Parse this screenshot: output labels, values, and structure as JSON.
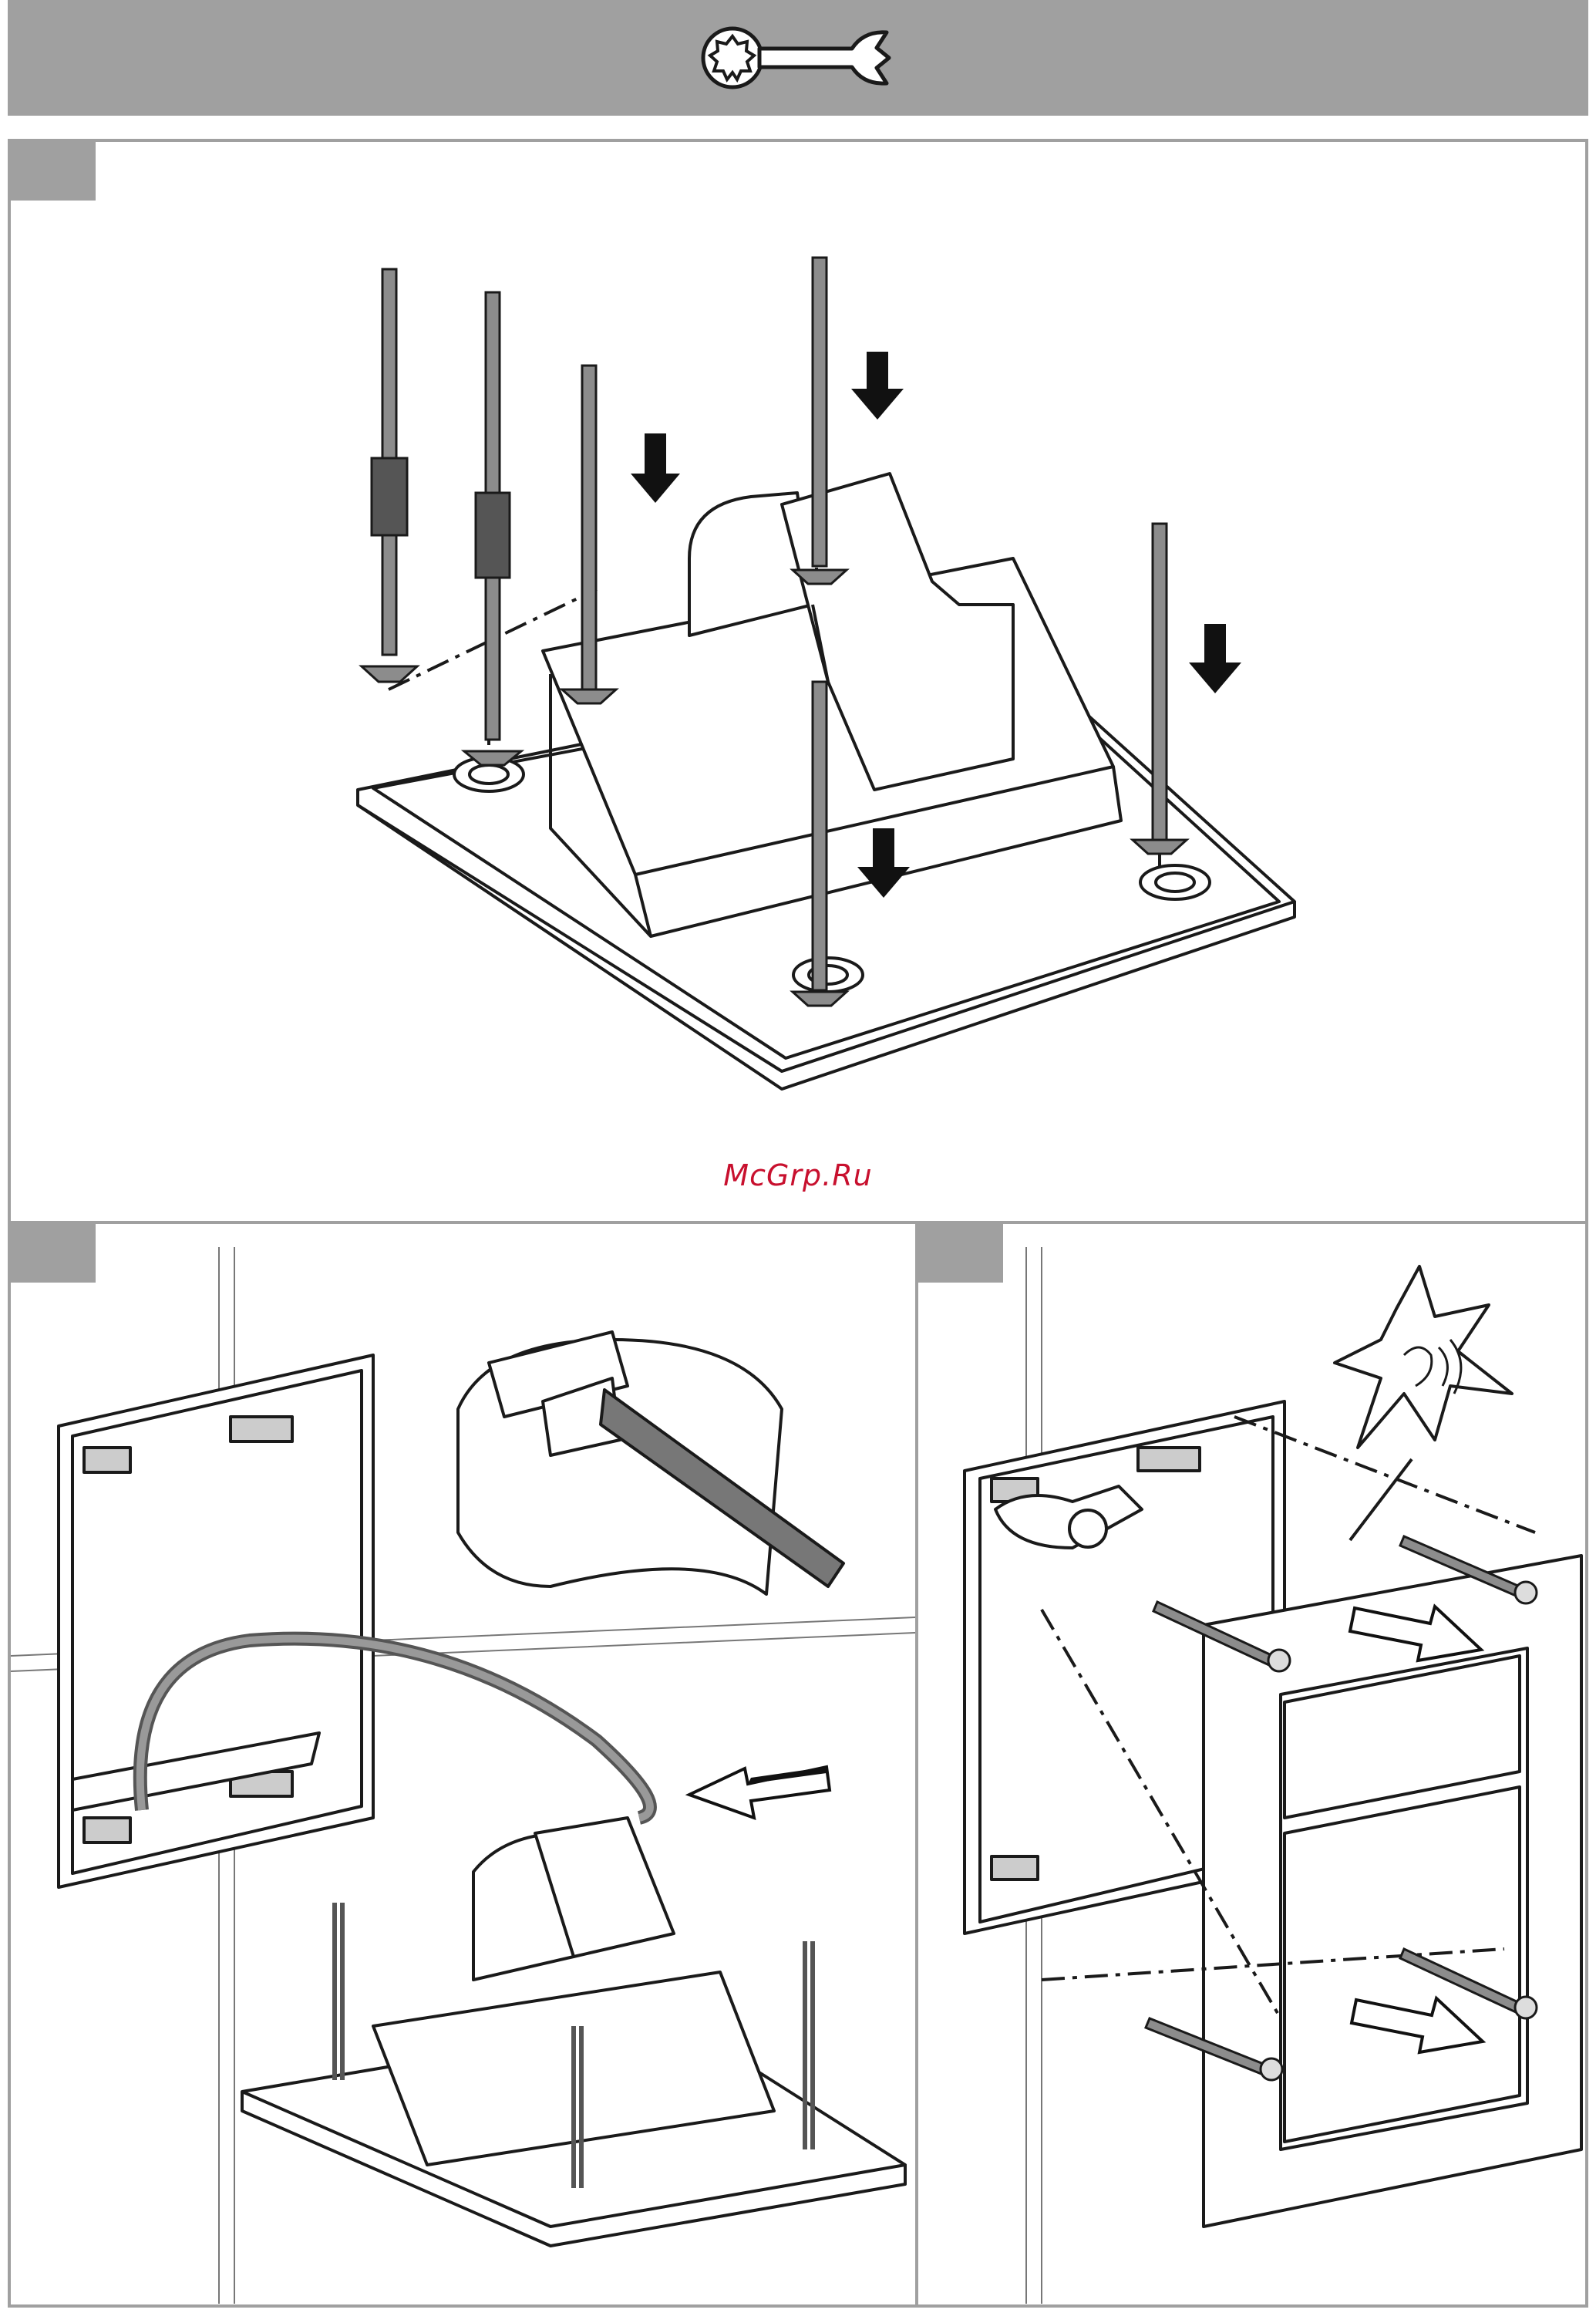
{
  "header": {
    "icon": "wrench-icon",
    "background": "#a0a0a0"
  },
  "watermark": {
    "text": "McGrp.Ru",
    "color": "#c8102e"
  },
  "steps": [
    {
      "panel": "mounting-screws",
      "illustration": "screws-into-housing"
    },
    {
      "panel": "cable-connection",
      "illustration": "connect-cable-to-unit"
    },
    {
      "panel": "front-plate-fitting",
      "illustration": "attach-cover-plate"
    }
  ],
  "colors": {
    "frame": "#a0a0a0",
    "line": "#1a1a1a",
    "arrow": "#111111",
    "screw_fill": "#8c8c8c"
  }
}
